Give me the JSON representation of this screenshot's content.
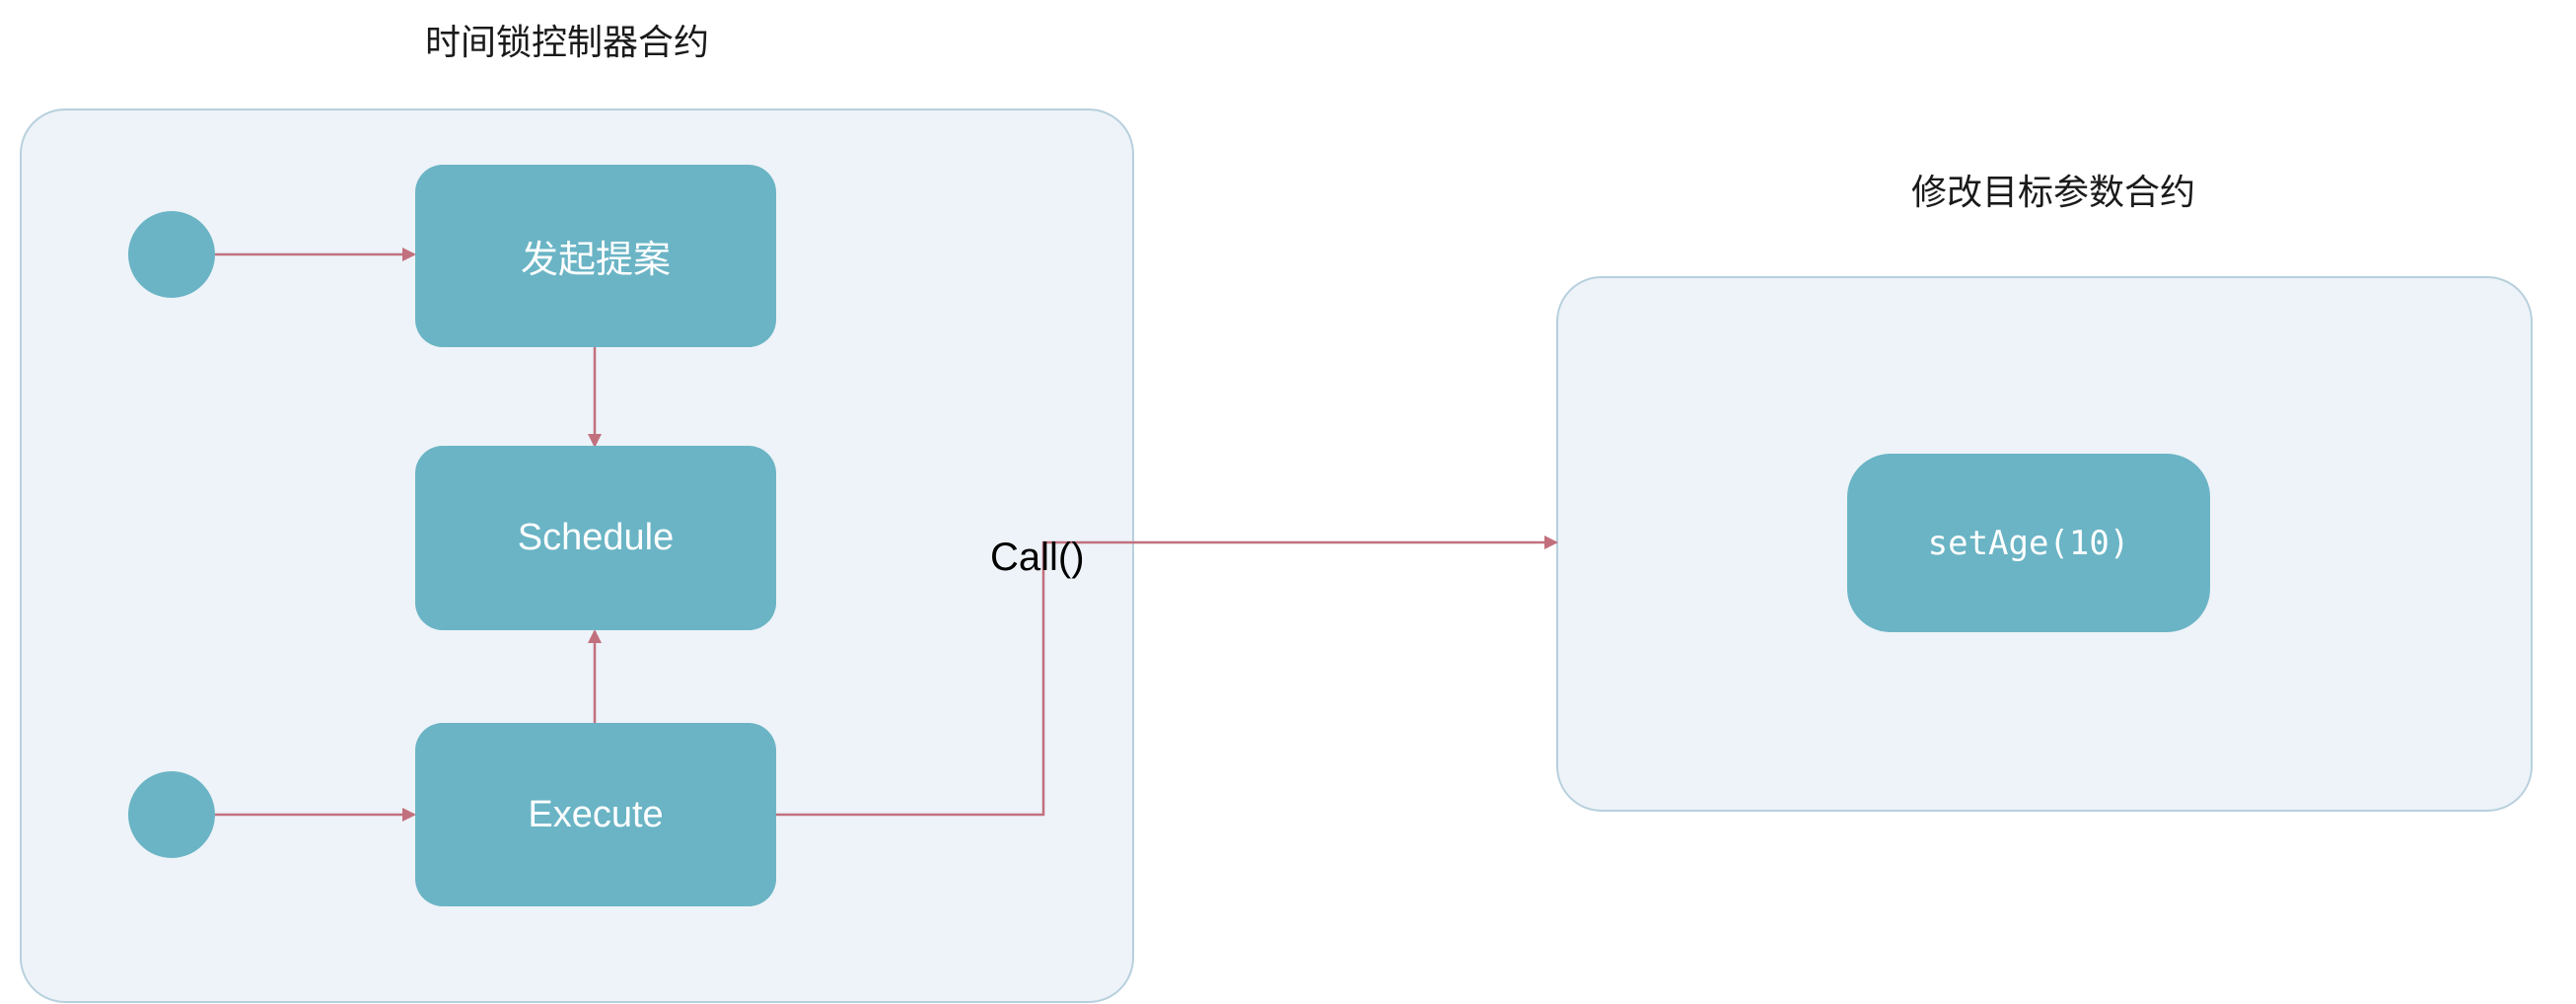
{
  "diagram": {
    "left_container": {
      "title": "时间锁控制器合约",
      "nodes": {
        "propose": "发起提案",
        "schedule": "Schedule",
        "execute": "Execute"
      }
    },
    "right_container": {
      "title": "修改目标参数合约",
      "nodes": {
        "set_age": "setAge(10)"
      }
    },
    "edges": {
      "call_label": "Call()"
    },
    "colors": {
      "node_fill": "#6ab4c5",
      "container_fill": "#edf3f8",
      "container_border": "#b7d0dd",
      "edge": "#c2707e"
    }
  }
}
